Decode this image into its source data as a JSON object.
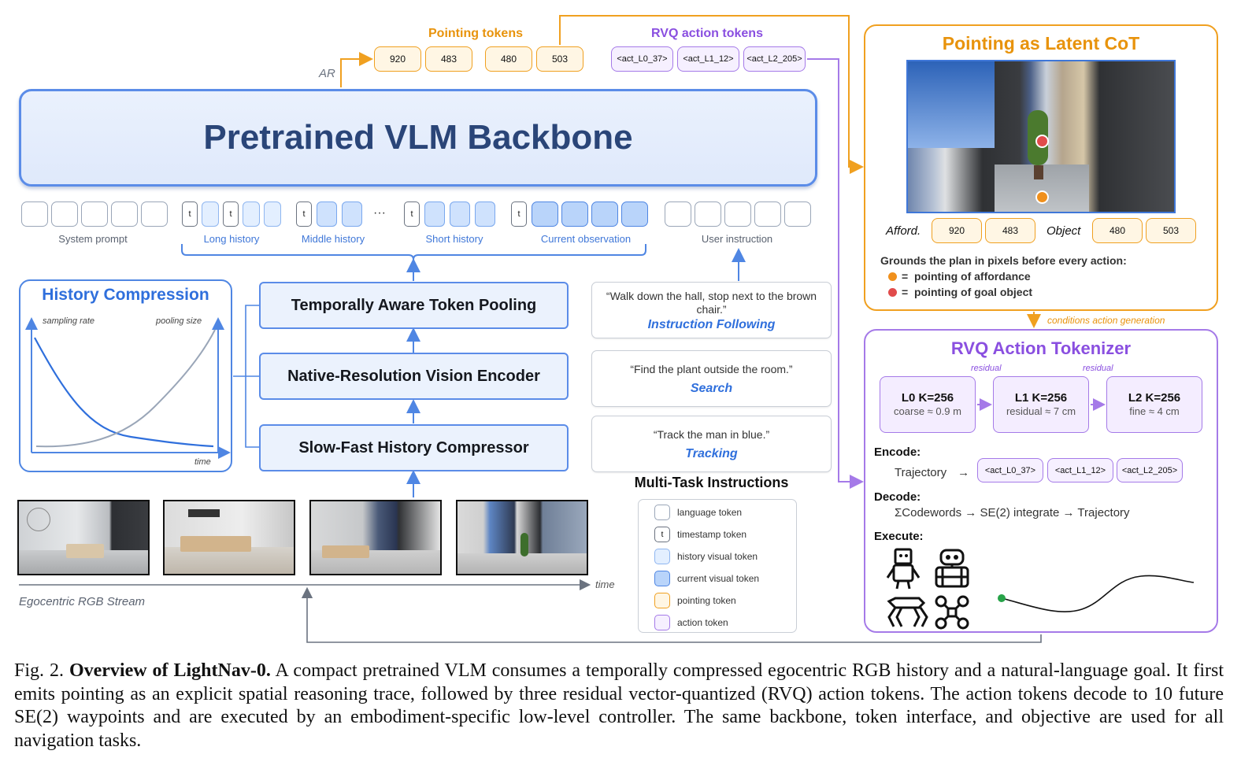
{
  "top": {
    "ar_label": "AR",
    "pointing_title": "Pointing tokens",
    "pointing_tokens": [
      "920",
      "483",
      "480",
      "503"
    ],
    "rvq_title": "RVQ action tokens",
    "rvq_tokens": [
      "<act_L0_37>",
      "<act_L1_12>",
      "<act_L2_205>"
    ]
  },
  "backbone": {
    "label": "Pretrained VLM Backbone"
  },
  "token_groups": {
    "system_prompt": "System prompt",
    "long_history": "Long history",
    "middle_history": "Middle history",
    "ellipsis": "···",
    "short_history": "Short history",
    "current_observation": "Current observation",
    "user_instruction": "User instruction",
    "t": "t"
  },
  "modules": {
    "pooling": "Temporally Aware Token Pooling",
    "encoder": "Native-Resolution Vision Encoder",
    "compressor": "Slow-Fast History Compressor"
  },
  "history_compression": {
    "title": "History Compression",
    "y_left": "sampling rate",
    "y_right": "pooling size",
    "x_label": "time",
    "chart_data": {
      "type": "line",
      "series": [
        {
          "name": "sampling rate",
          "trend": "decreasing",
          "color": "#2f6fdc"
        },
        {
          "name": "pooling size",
          "trend": "increasing",
          "color": "#9aa6b8"
        }
      ]
    }
  },
  "tasks": [
    {
      "quote": "“Walk down the hall, stop next to the brown chair.”",
      "name": "Instruction Following"
    },
    {
      "quote": "“Find the plant outside the room.”",
      "name": "Search"
    },
    {
      "quote": "“Track the man in blue.”",
      "name": "Tracking"
    }
  ],
  "tasks_title": "Multi-Task Instructions",
  "legend": [
    {
      "label": "language token",
      "kind": "language"
    },
    {
      "label": "timestamp token",
      "kind": "timestamp"
    },
    {
      "label": "history visual token",
      "kind": "history"
    },
    {
      "label": "current visual token",
      "kind": "current"
    },
    {
      "label": "pointing token",
      "kind": "pointing"
    },
    {
      "label": "action token",
      "kind": "action"
    }
  ],
  "stream": {
    "time": "time",
    "label": "Egocentric RGB Stream"
  },
  "cot": {
    "title": "Pointing as Latent CoT",
    "afford_label": "Afford.",
    "afford_values": [
      "920",
      "483"
    ],
    "object_label": "Object",
    "object_values": [
      "480",
      "503"
    ],
    "grounds": "Grounds the plan in pixels before every action:",
    "legend_afford": "=  pointing of affordance",
    "legend_object": "=  pointing of goal object",
    "colors": {
      "affordance": "#f0901c",
      "object": "#e14b4b"
    }
  },
  "conditions": "conditions action generation",
  "rvq": {
    "title": "RVQ Action Tokenizer",
    "residual": "residual",
    "levels": [
      {
        "title": "L0 K=256",
        "sub": "coarse ≈ 0.9 m"
      },
      {
        "title": "L1 K=256",
        "sub": "residual ≈ 7 cm"
      },
      {
        "title": "L2 K=256",
        "sub": "fine ≈ 4 cm"
      }
    ],
    "encode_label": "Encode:",
    "encode_from": "Trajectory",
    "encode_arrow": "→",
    "encode_tokens": [
      "<act_L0_37>",
      "<act_L1_12>",
      "<act_L2_205>"
    ],
    "decode_label": "Decode:",
    "decode_text": "ΣCodewords → SE(2) integrate → Trajectory",
    "execute_label": "Execute:",
    "robots": [
      "humanoid-robot-icon",
      "wheeled-robot-icon",
      "quadruped-robot-icon",
      "drone-icon"
    ]
  },
  "caption": {
    "prefix": "Fig. 2.",
    "bold": "Overview of LightNav-0.",
    "text": "A compact pretrained VLM consumes a temporally compressed egocentric RGB history and a natural-language goal. It first emits pointing as an explicit spatial reasoning trace, followed by three residual vector-quantized (RVQ) action tokens. The action tokens decode to 10 future SE(2) waypoints and are executed by an embodiment-specific low-level controller. The same backbone, token interface, and objective are used for all navigation tasks."
  }
}
